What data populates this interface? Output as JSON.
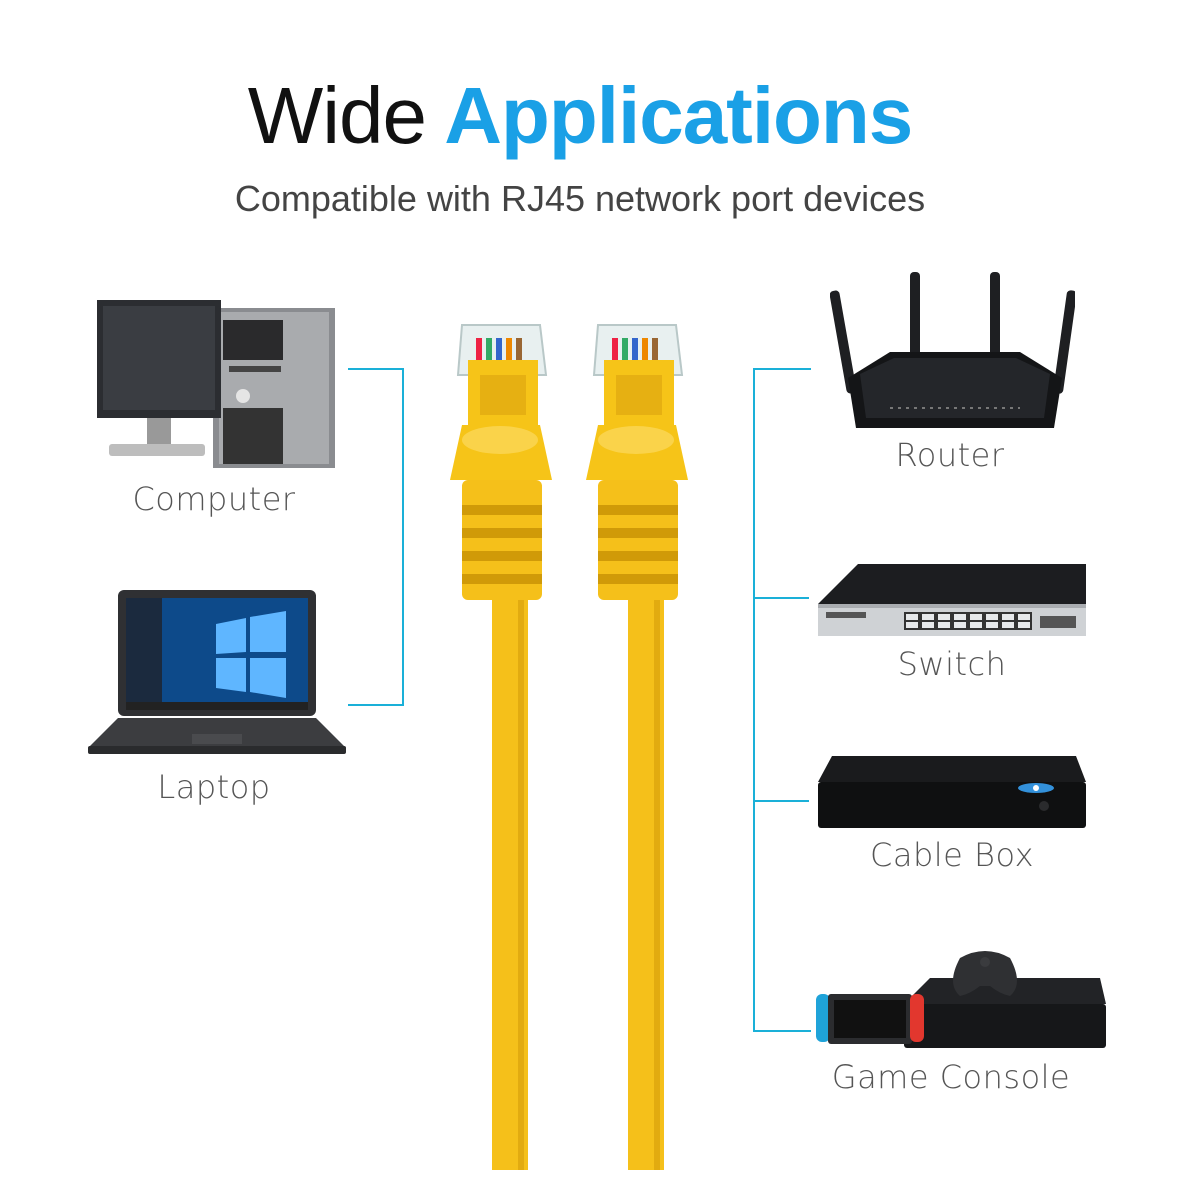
{
  "title": {
    "word1": "Wide",
    "word2": "Applications"
  },
  "subtitle": "Compatible with RJ45 network port devices",
  "colors": {
    "accent": "#1aa0e6",
    "connector_line": "#1ab0d8",
    "cable": "#f7c21b"
  },
  "devices_left": [
    {
      "label": "Computer",
      "icon": "desktop-computer-icon"
    },
    {
      "label": "Laptop",
      "icon": "laptop-icon"
    }
  ],
  "devices_right": [
    {
      "label": "Router",
      "icon": "router-icon"
    },
    {
      "label": "Switch",
      "icon": "network-switch-icon"
    },
    {
      "label": "Cable Box",
      "icon": "cable-box-icon"
    },
    {
      "label": "Game Console",
      "icon": "game-console-icon"
    }
  ]
}
